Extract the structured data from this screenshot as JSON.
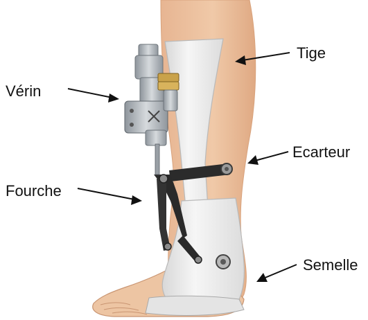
{
  "labels": {
    "verin": "Vérin",
    "fourche": "Fourche",
    "tige": "Tige",
    "ecarteur": "Ecarteur",
    "semelle": "Semelle"
  },
  "colors": {
    "skin": "#edc5a3",
    "skin_shade": "#d9a781",
    "orthosis_shell": "#eeeeee",
    "orthosis_edge": "#b9b9b9",
    "strut_dark": "#2b2b2b",
    "actuator_metal": "#b9bec4",
    "actuator_brass": "#c9a24a",
    "arrow": "#111111"
  }
}
